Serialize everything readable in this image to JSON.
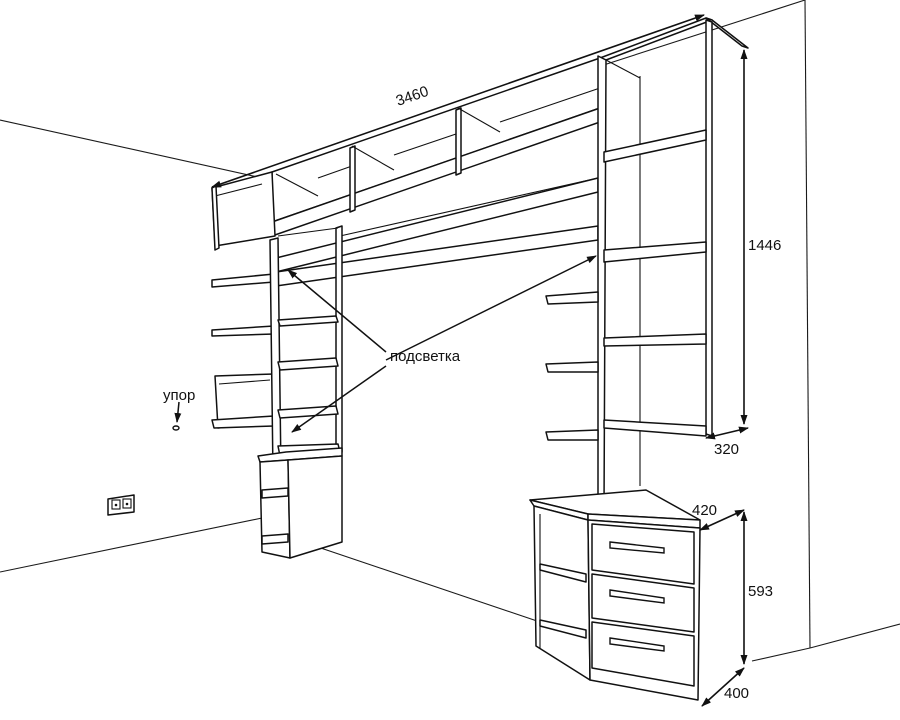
{
  "dimensions": {
    "total_width": "3460",
    "cabinet_height": "1446",
    "cabinet_depth": "320",
    "commode_width": "420",
    "commode_height": "593",
    "commode_depth": "400"
  },
  "callouts": {
    "lighting": "подсветка",
    "stopper": "упор"
  },
  "colors": {
    "line": "#111111",
    "background": "#ffffff"
  }
}
